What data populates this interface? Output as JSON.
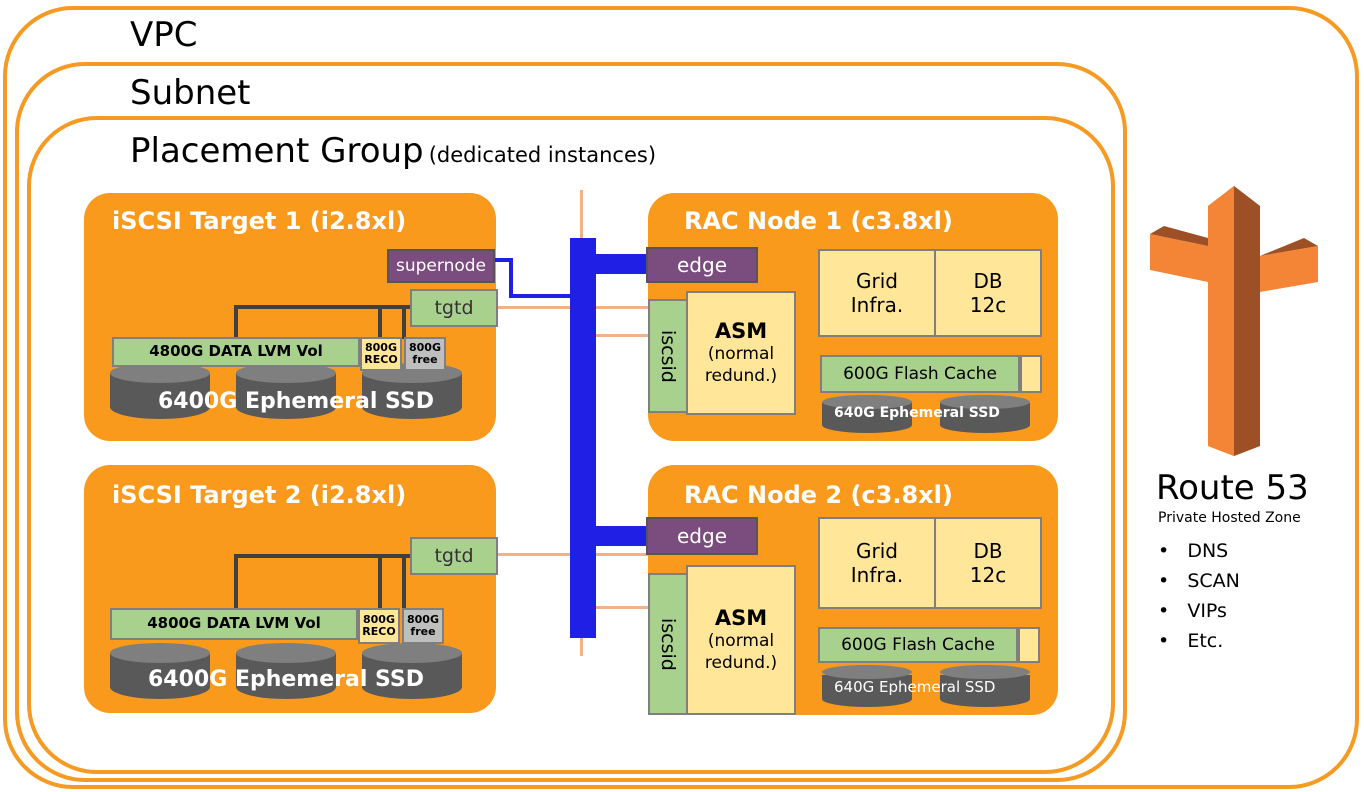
{
  "frames": {
    "vpc_label": "VPC",
    "subnet_label": "Subnet",
    "placement_label": "Placement Group",
    "placement_note": "(dedicated instances)"
  },
  "targets": [
    {
      "title": "iSCSI Target 1 (i2.8xl)",
      "supernode": "supernode",
      "tgtd": "tgtd",
      "lvm": "4800G DATA LVM Vol",
      "reco": "800G RECO",
      "free": "800G free",
      "ssd": "6400G Ephemeral SSD"
    },
    {
      "title": "iSCSI Target 2 (i2.8xl)",
      "tgtd": "tgtd",
      "lvm": "4800G DATA LVM Vol",
      "reco": "800G RECO",
      "free": "800G free",
      "ssd": "6400G Ephemeral SSD"
    }
  ],
  "rac_nodes": [
    {
      "title": "RAC Node 1 (c3.8xl)",
      "edge": "edge",
      "iscsid": "iscsid",
      "asm": "ASM",
      "asm_sub": "(normal redund.)",
      "grid": "Grid Infra.",
      "db": "DB",
      "db_ver": "12c",
      "flash": "600G Flash Cache",
      "ssd": "640G Ephemeral SSD"
    },
    {
      "title": "RAC Node 2 (c3.8xl)",
      "edge": "edge",
      "iscsid": "iscsid",
      "asm": "ASM",
      "asm_sub": "(normal redund.)",
      "grid": "Grid Infra.",
      "db": "DB",
      "db_ver": "12c",
      "flash": "600G Flash Cache",
      "ssd": "640G Ephemeral SSD"
    }
  ],
  "route53": {
    "title": "Route 53",
    "subtitle": "Private Hosted Zone",
    "items": [
      "DNS",
      "SCAN",
      "VIPs",
      "Etc."
    ]
  },
  "colors": {
    "frame": "#F59A23",
    "node": "#F99A1C",
    "green": "#A9D18E",
    "purple": "#7B4C7E",
    "yellow": "#FFE699",
    "network": "#1F1FE6",
    "link": "#F4B183"
  }
}
